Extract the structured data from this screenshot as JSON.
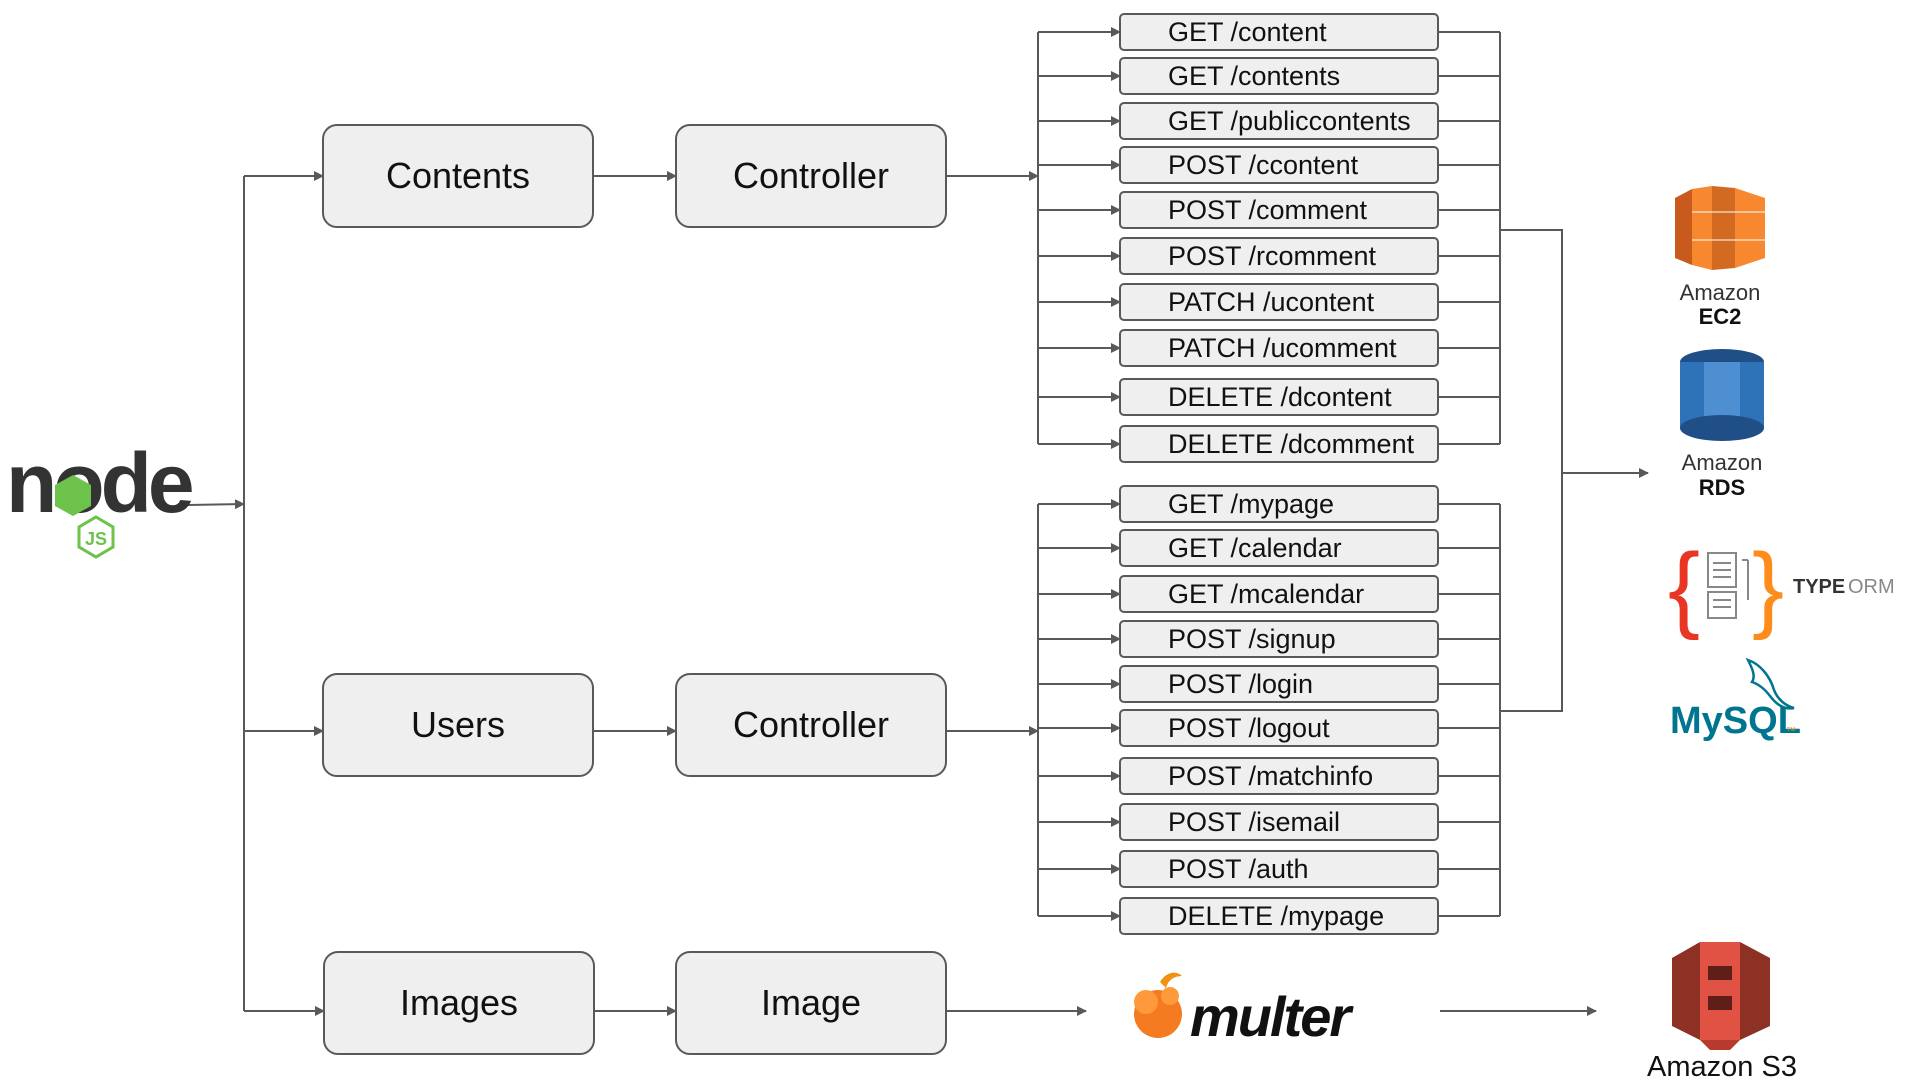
{
  "modules": {
    "contents": {
      "label": "Contents",
      "controller_label": "Controller"
    },
    "users": {
      "label": "Users",
      "controller_label": "Controller"
    },
    "images": {
      "label": "Images",
      "controller_label": "Image"
    }
  },
  "routes": {
    "contents": [
      "GET /content",
      "GET /contents",
      "GET /publiccontents",
      "POST /ccontent",
      "POST /comment",
      "POST /rcomment",
      "PATCH /ucontent",
      "PATCH /ucomment",
      "DELETE /dcontent",
      "DELETE /dcomment"
    ],
    "users": [
      "GET /mypage",
      "GET /calendar",
      "GET /mcalendar",
      "POST /signup",
      "POST /login",
      "POST /logout",
      "POST /matchinfo",
      "POST /isemail",
      "POST /auth",
      "DELETE /mypage"
    ]
  },
  "logos": {
    "node": {
      "word": "node",
      "badge": "JS"
    },
    "ec2": {
      "line1": "Amazon",
      "line2": "EC2"
    },
    "rds": {
      "line1": "Amazon",
      "line2": "RDS"
    },
    "typeorm": {
      "word_bold": "TYPE",
      "word_light": "ORM"
    },
    "mysql": {
      "word": "MySQL",
      "tm": "™"
    },
    "multer": {
      "word": "multer"
    },
    "s3": {
      "label": "Amazon S3"
    }
  },
  "colors": {
    "box_fill": "#efefef",
    "box_stroke": "#595959",
    "line": "#595959",
    "node_dark": "#333333",
    "node_green": "#6cc24a",
    "ec2_orange": "#f7882f",
    "rds_blue": "#2e73b8",
    "typeorm_red": "#e83524",
    "typeorm_orange": "#fe8c1a",
    "mysql_blue": "#00758f",
    "mysql_orange": "#f29111",
    "s3_red": "#e05243",
    "multer_orange": "#f47b20"
  }
}
